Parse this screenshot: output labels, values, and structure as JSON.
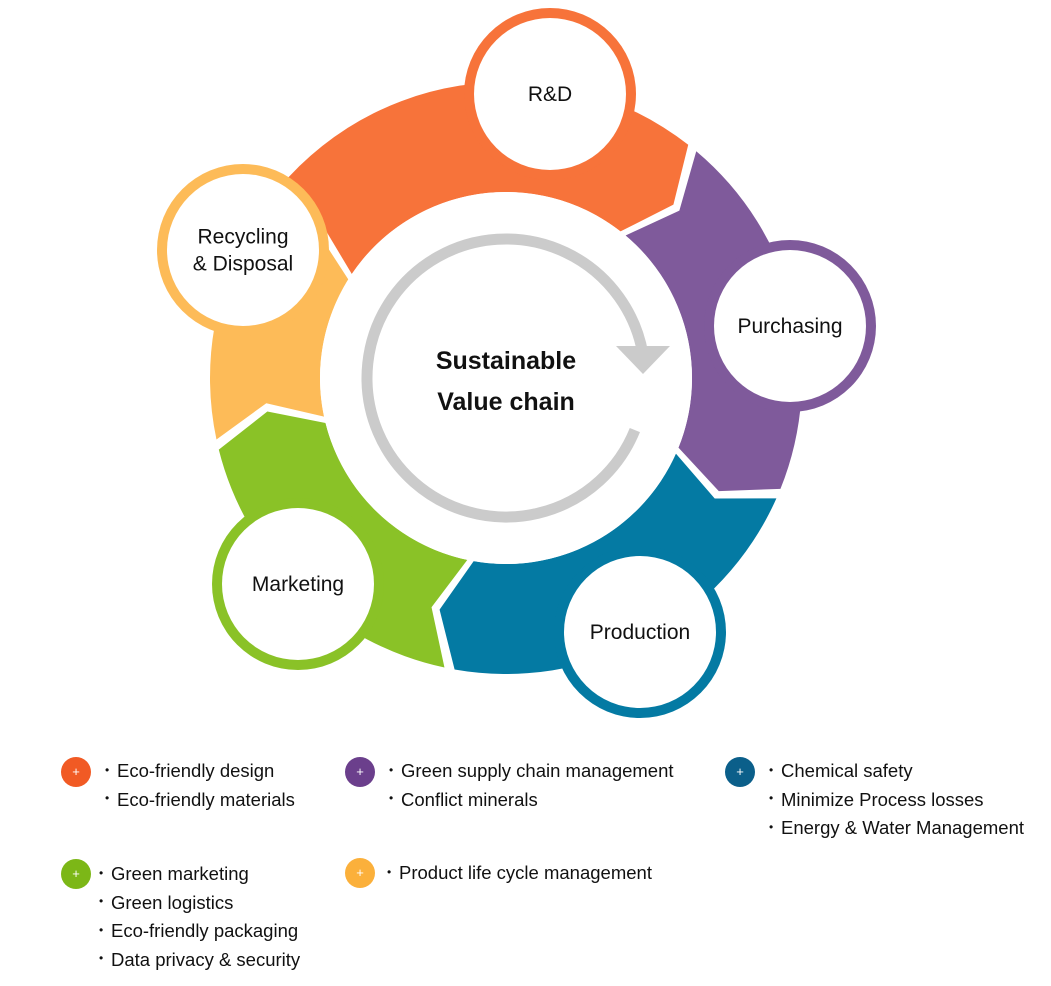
{
  "diagram": {
    "center": {
      "title_line1": "Sustainable",
      "title_line2": "Value chain",
      "arrow_color": "#cbcbcb"
    },
    "stages": [
      {
        "id": "rd",
        "label_lines": [
          "R&D"
        ],
        "color": "#f7733a"
      },
      {
        "id": "purchasing",
        "label_lines": [
          "Purchasing"
        ],
        "color": "#7f5a9b"
      },
      {
        "id": "production",
        "label_lines": [
          "Production"
        ],
        "color": "#047aa3"
      },
      {
        "id": "marketing",
        "label_lines": [
          "Marketing"
        ],
        "color": "#8ac227"
      },
      {
        "id": "recycling",
        "label_lines": [
          "Recycling",
          "& Disposal"
        ],
        "color": "#fdbb58"
      }
    ]
  },
  "legend": [
    {
      "stage": "rd",
      "badge": "+",
      "color": "#f15a24",
      "items": [
        "Eco-friendly design",
        "Eco-friendly materials"
      ]
    },
    {
      "stage": "purchasing",
      "badge": "+",
      "color": "#6b3f8c",
      "items": [
        "Green supply chain management",
        "Conflict minerals"
      ]
    },
    {
      "stage": "production",
      "badge": "+",
      "color": "#0b5f8a",
      "items": [
        "Chemical safety",
        "Minimize Process losses",
        "Energy & Water Management"
      ]
    },
    {
      "stage": "marketing",
      "badge": "+",
      "color": "#7cb717",
      "items": [
        "Green marketing",
        "Green logistics",
        "Eco-friendly packaging",
        "Data privacy & security"
      ]
    },
    {
      "stage": "recycling",
      "badge": "+",
      "color": "#fbb03b",
      "items": [
        "Product life cycle management"
      ]
    }
  ]
}
